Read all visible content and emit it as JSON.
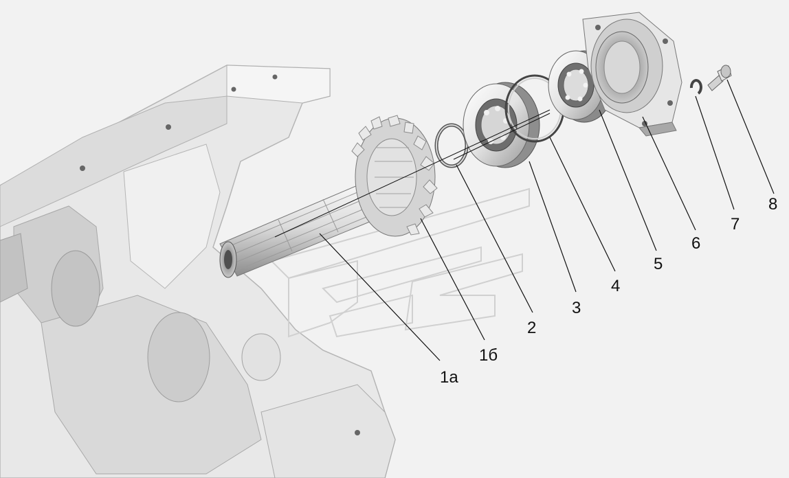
{
  "callouts": {
    "part_1a": "1а",
    "part_1b": "1б",
    "part_2": "2",
    "part_3": "3",
    "part_4": "4",
    "part_5": "5",
    "part_6": "6",
    "part_7": "7",
    "part_8": "8"
  },
  "colors": {
    "background": "#f2f2f2",
    "part_fill": "#e6e6e6",
    "part_shade": "#bdbdbd",
    "part_dark": "#8a8a8a",
    "line": "#111111",
    "watermark": "#d6d6d6"
  }
}
